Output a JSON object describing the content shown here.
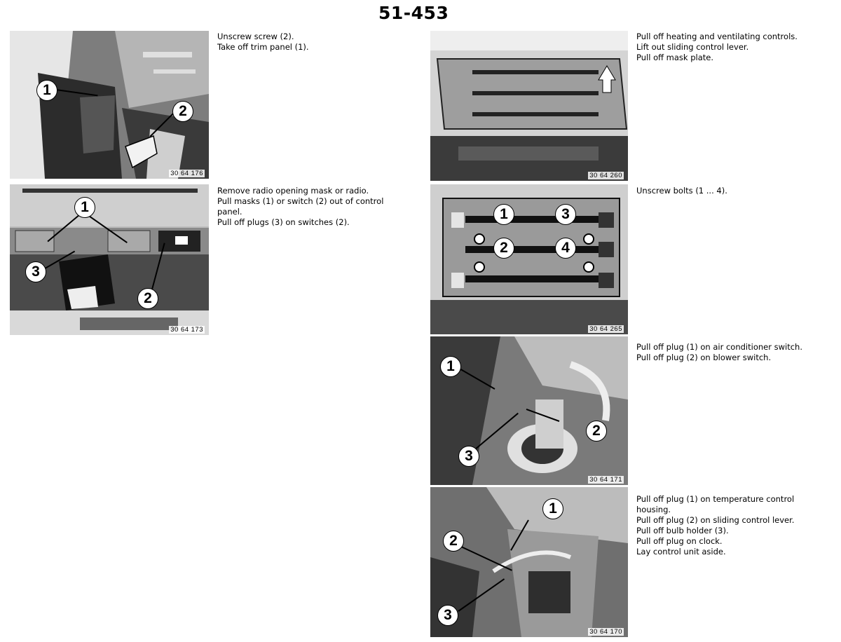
{
  "page_number": "51-453",
  "sections": [
    {
      "id": "s1",
      "photo_id": "30 64 176",
      "callouts": [
        "1",
        "2"
      ],
      "lines": [
        "Unscrew screw (2).",
        "Take off trim panel (1)."
      ]
    },
    {
      "id": "s2",
      "photo_id": "30 64 173",
      "callouts": [
        "1",
        "3",
        "2"
      ],
      "lines": [
        "Remove radio opening mask or radio.",
        "Pull masks (1) or switch (2) out of control",
        "panel.",
        "Pull off plugs (3) on switches (2)."
      ]
    },
    {
      "id": "s3",
      "photo_id": "30 64 260",
      "callouts": [],
      "lines": [
        "Pull off heating and ventilating controls.",
        "Lift out sliding control lever.",
        "Pull off mask plate."
      ]
    },
    {
      "id": "s4",
      "photo_id": "30 64 265",
      "callouts": [
        "1",
        "3",
        "2",
        "4"
      ],
      "lines": [
        "Unscrew bolts (1 ... 4)."
      ]
    },
    {
      "id": "s5",
      "photo_id": "30 64 171",
      "callouts": [
        "1",
        "2",
        "3"
      ],
      "lines": [
        "Pull off plug (1) on air conditioner switch.",
        "Pull off plug (2) on blower switch."
      ]
    },
    {
      "id": "s6",
      "photo_id": "30 64 170",
      "callouts": [
        "1",
        "2",
        "3"
      ],
      "lines": [
        "Pull off plug (1) on temperature control",
        "housing.",
        "Pull off plug (2) on sliding control lever.",
        "Pull off bulb holder (3).",
        "Pull off plug on clock.",
        "Lay control unit aside."
      ]
    }
  ]
}
